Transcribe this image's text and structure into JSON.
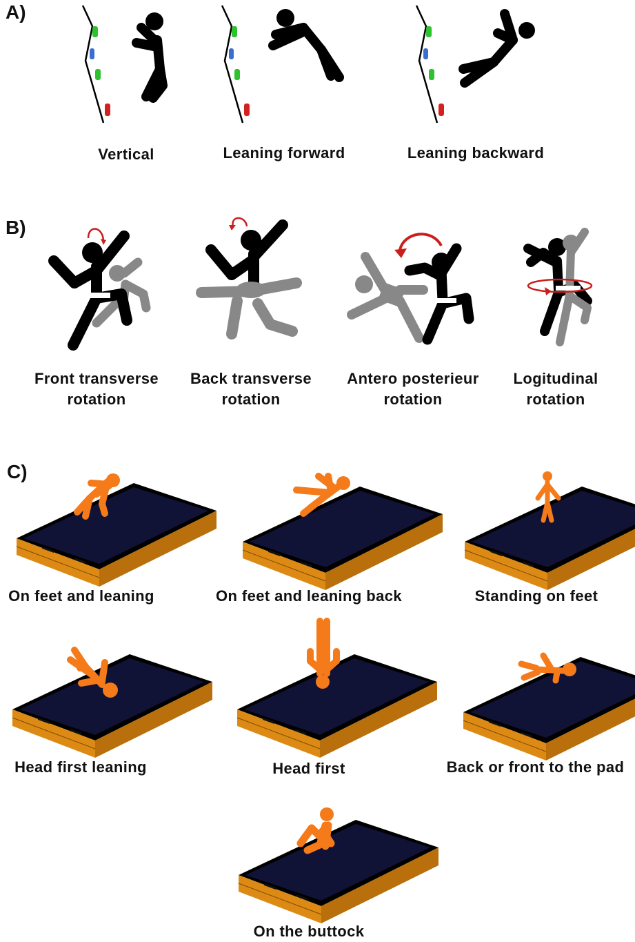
{
  "sections": {
    "a": {
      "label": "A)",
      "captions": [
        "Vertical",
        "Leaning forward",
        "Leaning backward"
      ]
    },
    "b": {
      "label": "B)",
      "captions": [
        {
          "line1": "Front transverse",
          "line2": "rotation"
        },
        {
          "line1": "Back transverse",
          "line2": "rotation"
        },
        {
          "line1": "Antero posterieur",
          "line2": "rotation"
        },
        {
          "line1": "Logitudinal",
          "line2": "rotation"
        }
      ]
    },
    "c": {
      "label": "C)",
      "captions": [
        "On feet and leaning",
        "On feet and leaning back",
        "Standing on feet",
        "Head first leaning",
        "Head first",
        "Back or front to the pad",
        "On the buttock"
      ]
    }
  },
  "colors": {
    "figure_black": "#000000",
    "figure_gray": "#888888",
    "rotation_arrow": "#c8201e",
    "faller_orange": "#f47a1a",
    "pad_top": "#101236",
    "pad_side": "#dc8a14",
    "hold_green": "#2fc12f",
    "hold_blue": "#3a6fd0",
    "hold_red": "#d42020"
  }
}
